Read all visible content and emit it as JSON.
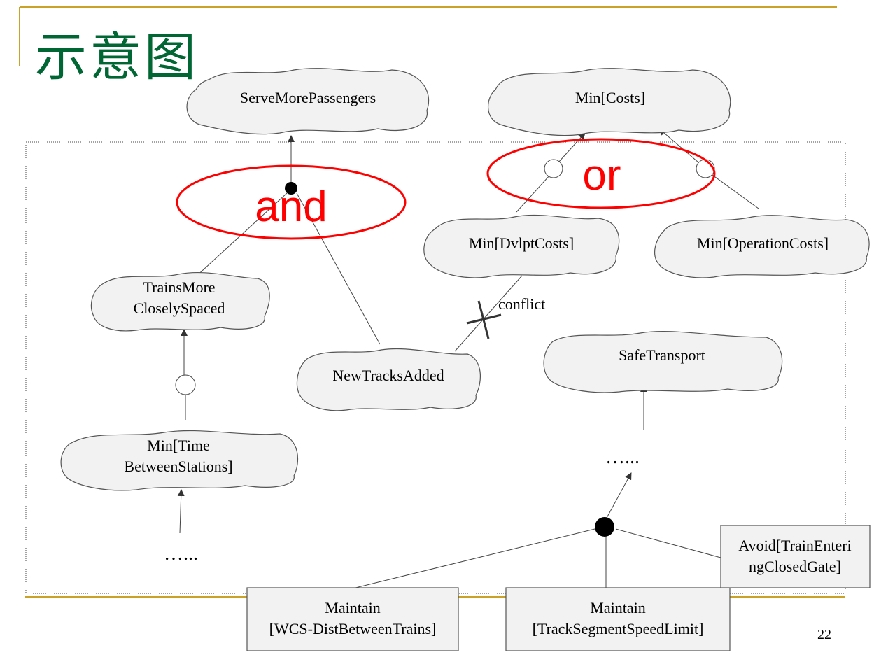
{
  "slide": {
    "title": "示意图",
    "page_number": "22",
    "accent_color": "#c9a227",
    "title_color": "#006633",
    "highlight_color": "#ff0000"
  },
  "goals": {
    "serve_more_passengers": "ServeMorePassengers",
    "min_costs": "Min[Costs]",
    "min_dvlpt_costs": "Min[DvlptCosts]",
    "min_operation_costs": "Min[OperationCosts]",
    "trains_more_closely_spaced": [
      "TrainsMore",
      "CloselySpaced"
    ],
    "new_tracks_added": "NewTracksAdded",
    "min_time_between_stations": [
      "Min[Time",
      "BetweenStations]"
    ],
    "safe_transport": "SafeTransport",
    "maintain_wcs": [
      "Maintain",
      "[WCS-DistBetweenTrains]"
    ],
    "maintain_track_speed": [
      "Maintain",
      "[TrackSegmentSpeedLimit]"
    ],
    "avoid_train_entering": [
      "Avoid[TrainEnteri",
      "ngClosedGate]"
    ]
  },
  "labels": {
    "and": "and",
    "or": "or",
    "conflict": "conflict",
    "ellipsis_left": "…...",
    "ellipsis_right": "…..."
  }
}
